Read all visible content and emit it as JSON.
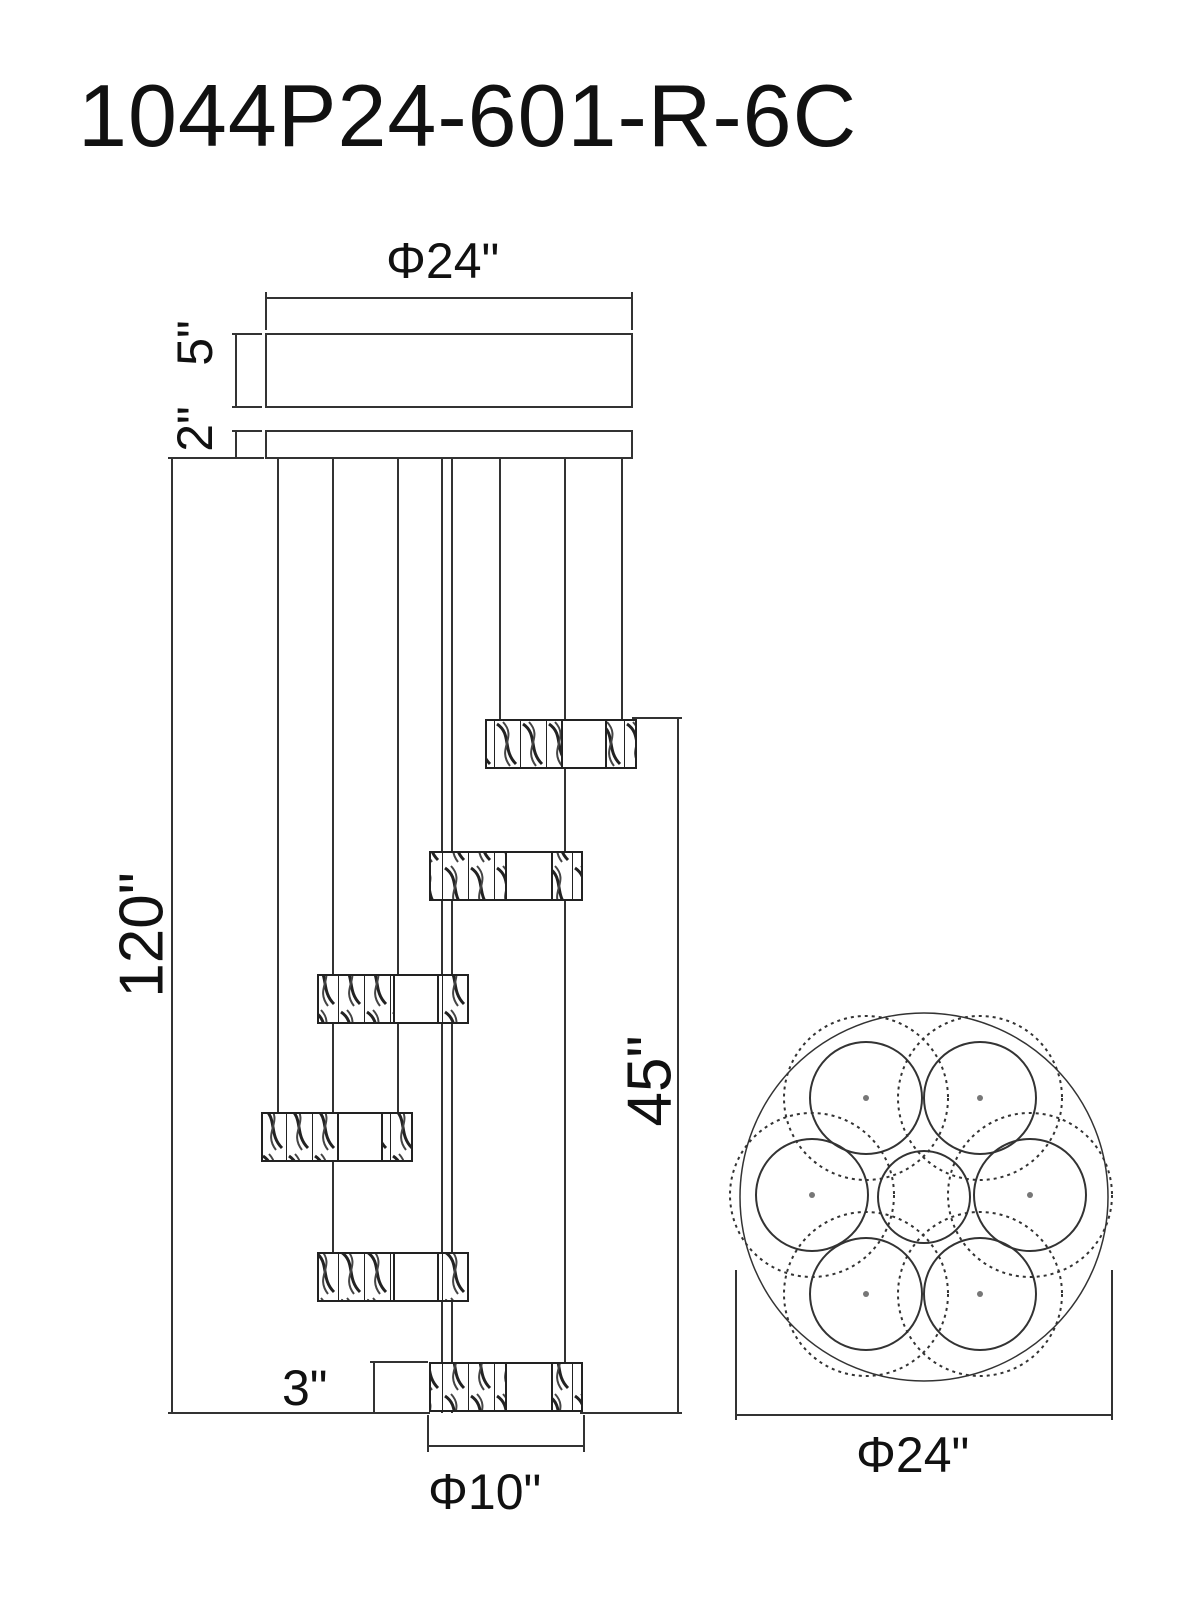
{
  "model": "1044P24-601-R-6C",
  "dimensions": {
    "canopy_diameter": "Φ24\"",
    "canopy_height": "5\"",
    "plate_height": "2\"",
    "overall_height": "120\"",
    "cluster_height": "45\"",
    "pendant_height": "3\"",
    "pendant_diameter": "Φ10\"",
    "bottom_view_diameter": "Φ24\""
  },
  "colors": {
    "line": "#333333",
    "dim_line": "#555555"
  }
}
